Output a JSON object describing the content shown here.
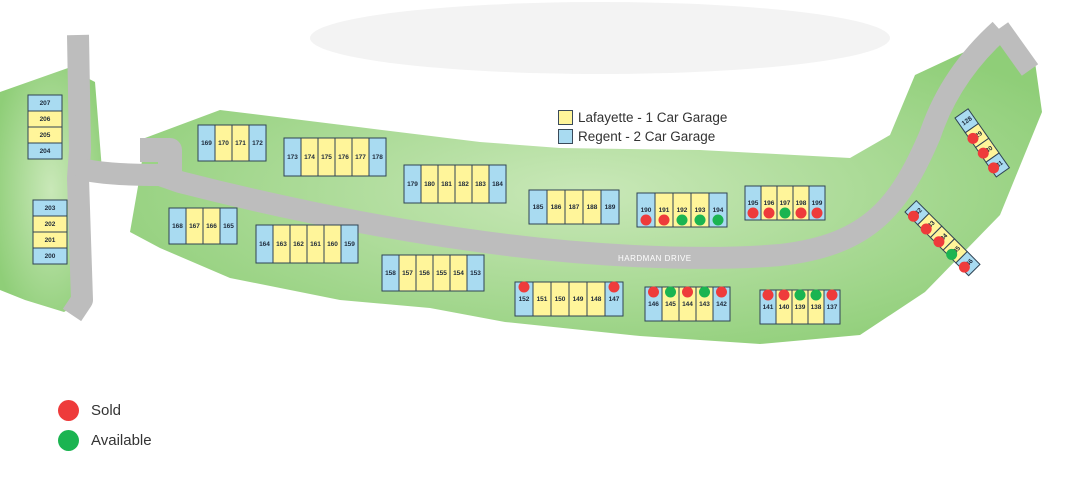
{
  "street": "HARDMAN DRIVE",
  "colors": {
    "lafayette": "#fff59a",
    "regent": "#a9dbf1",
    "sold": "#ee3b3b",
    "available": "#1bb451",
    "grass": "#9ed58a",
    "road": "#b9b9b9"
  },
  "plan_legend": {
    "lafayette": "Lafayette - 1 Car Garage",
    "regent": "Regent - 2 Car Garage"
  },
  "status_legend": {
    "sold": "Sold",
    "available": "Available"
  },
  "lots": [
    {
      "n": "207",
      "plan": "regent",
      "status": ""
    },
    {
      "n": "206",
      "plan": "lafayette",
      "status": ""
    },
    {
      "n": "205",
      "plan": "lafayette",
      "status": ""
    },
    {
      "n": "204",
      "plan": "regent",
      "status": ""
    },
    {
      "n": "203",
      "plan": "regent",
      "status": ""
    },
    {
      "n": "202",
      "plan": "lafayette",
      "status": ""
    },
    {
      "n": "201",
      "plan": "lafayette",
      "status": ""
    },
    {
      "n": "200",
      "plan": "regent",
      "status": ""
    },
    {
      "n": "169",
      "plan": "regent",
      "status": ""
    },
    {
      "n": "170",
      "plan": "lafayette",
      "status": ""
    },
    {
      "n": "171",
      "plan": "lafayette",
      "status": ""
    },
    {
      "n": "172",
      "plan": "regent",
      "status": ""
    },
    {
      "n": "173",
      "plan": "regent",
      "status": ""
    },
    {
      "n": "174",
      "plan": "lafayette",
      "status": ""
    },
    {
      "n": "175",
      "plan": "lafayette",
      "status": ""
    },
    {
      "n": "176",
      "plan": "lafayette",
      "status": ""
    },
    {
      "n": "177",
      "plan": "lafayette",
      "status": ""
    },
    {
      "n": "178",
      "plan": "regent",
      "status": ""
    },
    {
      "n": "179",
      "plan": "regent",
      "status": ""
    },
    {
      "n": "180",
      "plan": "lafayette",
      "status": ""
    },
    {
      "n": "181",
      "plan": "lafayette",
      "status": ""
    },
    {
      "n": "182",
      "plan": "lafayette",
      "status": ""
    },
    {
      "n": "183",
      "plan": "lafayette",
      "status": ""
    },
    {
      "n": "184",
      "plan": "regent",
      "status": ""
    },
    {
      "n": "185",
      "plan": "regent",
      "status": ""
    },
    {
      "n": "186",
      "plan": "lafayette",
      "status": ""
    },
    {
      "n": "187",
      "plan": "lafayette",
      "status": ""
    },
    {
      "n": "188",
      "plan": "lafayette",
      "status": ""
    },
    {
      "n": "189",
      "plan": "regent",
      "status": ""
    },
    {
      "n": "190",
      "plan": "regent",
      "status": "sold"
    },
    {
      "n": "191",
      "plan": "lafayette",
      "status": "sold"
    },
    {
      "n": "192",
      "plan": "lafayette",
      "status": "available"
    },
    {
      "n": "193",
      "plan": "lafayette",
      "status": "available"
    },
    {
      "n": "194",
      "plan": "regent",
      "status": "available"
    },
    {
      "n": "195",
      "plan": "regent",
      "status": "sold"
    },
    {
      "n": "196",
      "plan": "lafayette",
      "status": "sold"
    },
    {
      "n": "197",
      "plan": "lafayette",
      "status": "available"
    },
    {
      "n": "198",
      "plan": "lafayette",
      "status": "sold"
    },
    {
      "n": "199",
      "plan": "regent",
      "status": "sold"
    },
    {
      "n": "168",
      "plan": "regent",
      "status": ""
    },
    {
      "n": "167",
      "plan": "lafayette",
      "status": ""
    },
    {
      "n": "166",
      "plan": "lafayette",
      "status": ""
    },
    {
      "n": "165",
      "plan": "regent",
      "status": ""
    },
    {
      "n": "164",
      "plan": "regent",
      "status": ""
    },
    {
      "n": "163",
      "plan": "lafayette",
      "status": ""
    },
    {
      "n": "162",
      "plan": "lafayette",
      "status": ""
    },
    {
      "n": "161",
      "plan": "lafayette",
      "status": ""
    },
    {
      "n": "160",
      "plan": "lafayette",
      "status": ""
    },
    {
      "n": "159",
      "plan": "regent",
      "status": ""
    },
    {
      "n": "158",
      "plan": "regent",
      "status": ""
    },
    {
      "n": "157",
      "plan": "lafayette",
      "status": ""
    },
    {
      "n": "156",
      "plan": "lafayette",
      "status": ""
    },
    {
      "n": "155",
      "plan": "lafayette",
      "status": ""
    },
    {
      "n": "154",
      "plan": "lafayette",
      "status": ""
    },
    {
      "n": "153",
      "plan": "regent",
      "status": ""
    },
    {
      "n": "152",
      "plan": "regent",
      "status": "sold"
    },
    {
      "n": "151",
      "plan": "lafayette",
      "status": ""
    },
    {
      "n": "150",
      "plan": "lafayette",
      "status": ""
    },
    {
      "n": "149",
      "plan": "lafayette",
      "status": ""
    },
    {
      "n": "148",
      "plan": "lafayette",
      "status": ""
    },
    {
      "n": "147",
      "plan": "regent",
      "status": "sold"
    },
    {
      "n": "146",
      "plan": "regent",
      "status": "sold"
    },
    {
      "n": "145",
      "plan": "lafayette",
      "status": "available"
    },
    {
      "n": "144",
      "plan": "lafayette",
      "status": "sold"
    },
    {
      "n": "143",
      "plan": "lafayette",
      "status": "available"
    },
    {
      "n": "142",
      "plan": "regent",
      "status": "sold"
    },
    {
      "n": "141",
      "plan": "regent",
      "status": "sold"
    },
    {
      "n": "140",
      "plan": "lafayette",
      "status": "sold"
    },
    {
      "n": "139",
      "plan": "lafayette",
      "status": "available"
    },
    {
      "n": "138",
      "plan": "lafayette",
      "status": "available"
    },
    {
      "n": "137",
      "plan": "regent",
      "status": "sold"
    },
    {
      "n": "128",
      "plan": "regent",
      "status": ""
    },
    {
      "n": "129",
      "plan": "lafayette",
      "status": "sold"
    },
    {
      "n": "130",
      "plan": "lafayette",
      "status": "sold"
    },
    {
      "n": "131",
      "plan": "regent",
      "status": "sold"
    },
    {
      "n": "132",
      "plan": "regent",
      "status": "sold"
    },
    {
      "n": "133",
      "plan": "lafayette",
      "status": "sold"
    },
    {
      "n": "134",
      "plan": "lafayette",
      "status": "sold"
    },
    {
      "n": "135",
      "plan": "lafayette",
      "status": "available"
    },
    {
      "n": "136",
      "plan": "regent",
      "status": "sold"
    }
  ]
}
